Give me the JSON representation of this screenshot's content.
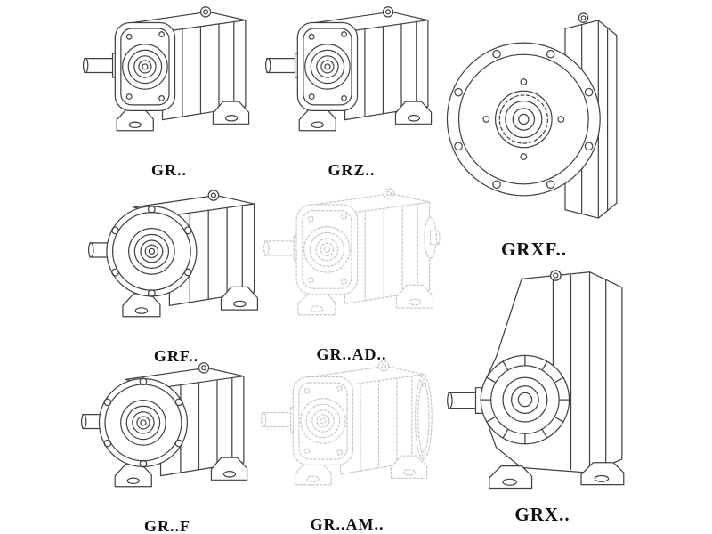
{
  "page": {
    "background": "#ffffff",
    "line_color": "#414141",
    "ghost_line_color": "#c8c8c8",
    "label_color": "#101010"
  },
  "figures": {
    "gr": {
      "label": "GR.."
    },
    "grz": {
      "label": "GRZ.."
    },
    "grxf": {
      "label": "GRXF.."
    },
    "grf": {
      "label": "GRF.."
    },
    "gr_ad": {
      "label": "GR..AD.."
    },
    "gr_f": {
      "label": "GR..F"
    },
    "gr_am": {
      "label": "GR..AM.."
    },
    "grx": {
      "label": "GRX.."
    }
  }
}
